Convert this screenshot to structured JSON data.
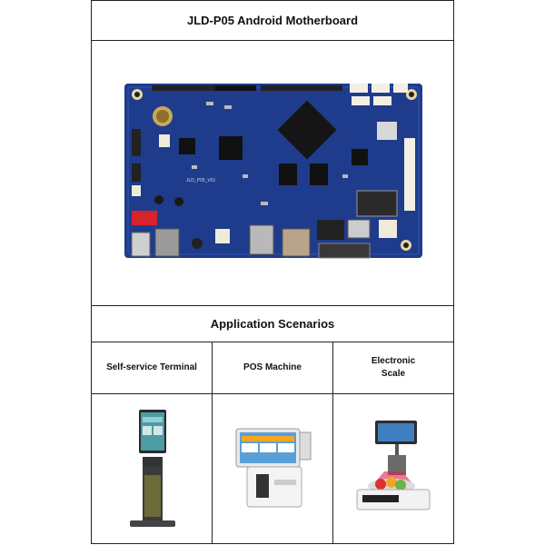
{
  "header": {
    "title": "JLD-P05 Android Motherboard"
  },
  "board": {
    "silkscreen": "JLD_P05_V01",
    "image": "motherboard-photo"
  },
  "scenarios": {
    "heading": "Application Scenarios",
    "items": [
      {
        "label": "Self-service Terminal",
        "image": "kiosk-terminal-photo"
      },
      {
        "label": "POS Machine",
        "image": "pos-machine-photo"
      },
      {
        "label": "Electronic\nScale",
        "image": "electronic-scale-photo"
      }
    ]
  }
}
